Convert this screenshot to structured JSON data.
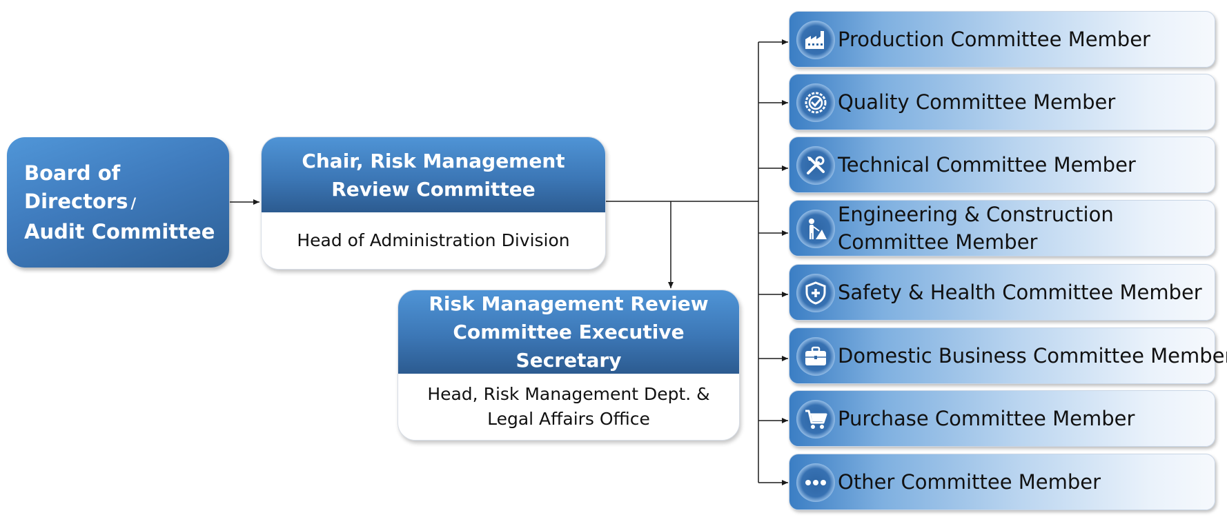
{
  "board": {
    "line1": "Board of Directors",
    "slash": "/",
    "line2": "Audit Committee"
  },
  "chair": {
    "title_line1": "Chair, Risk Management",
    "title_line2": "Review Committee",
    "subtitle": "Head of Administration Division"
  },
  "secretary": {
    "title_line1": "Risk Management Review",
    "title_line2": "Committee Executive Secretary",
    "subtitle_line1": "Head, Risk Management Dept. &",
    "subtitle_line2": "Legal Affairs Office"
  },
  "members": [
    {
      "label": "Production Committee Member",
      "icon": "factory-icon"
    },
    {
      "label": "Quality Committee Member",
      "icon": "quality-badge-icon"
    },
    {
      "label": "Technical Committee Member",
      "icon": "tools-icon"
    },
    {
      "label": "Engineering & Construction Committee Member",
      "icon": "construction-worker-icon"
    },
    {
      "label": "Safety & Health Committee Member",
      "icon": "shield-plus-icon"
    },
    {
      "label": "Domestic Business Committee Member",
      "icon": "briefcase-icon"
    },
    {
      "label": "Purchase Committee Member",
      "icon": "shopping-cart-icon"
    },
    {
      "label": "Other Committee Member",
      "icon": "more-dots-icon"
    }
  ],
  "colors": {
    "header_blue": "#3c77b6",
    "icon_blue": "#2e66a5",
    "connector": "#1a1a1a"
  }
}
